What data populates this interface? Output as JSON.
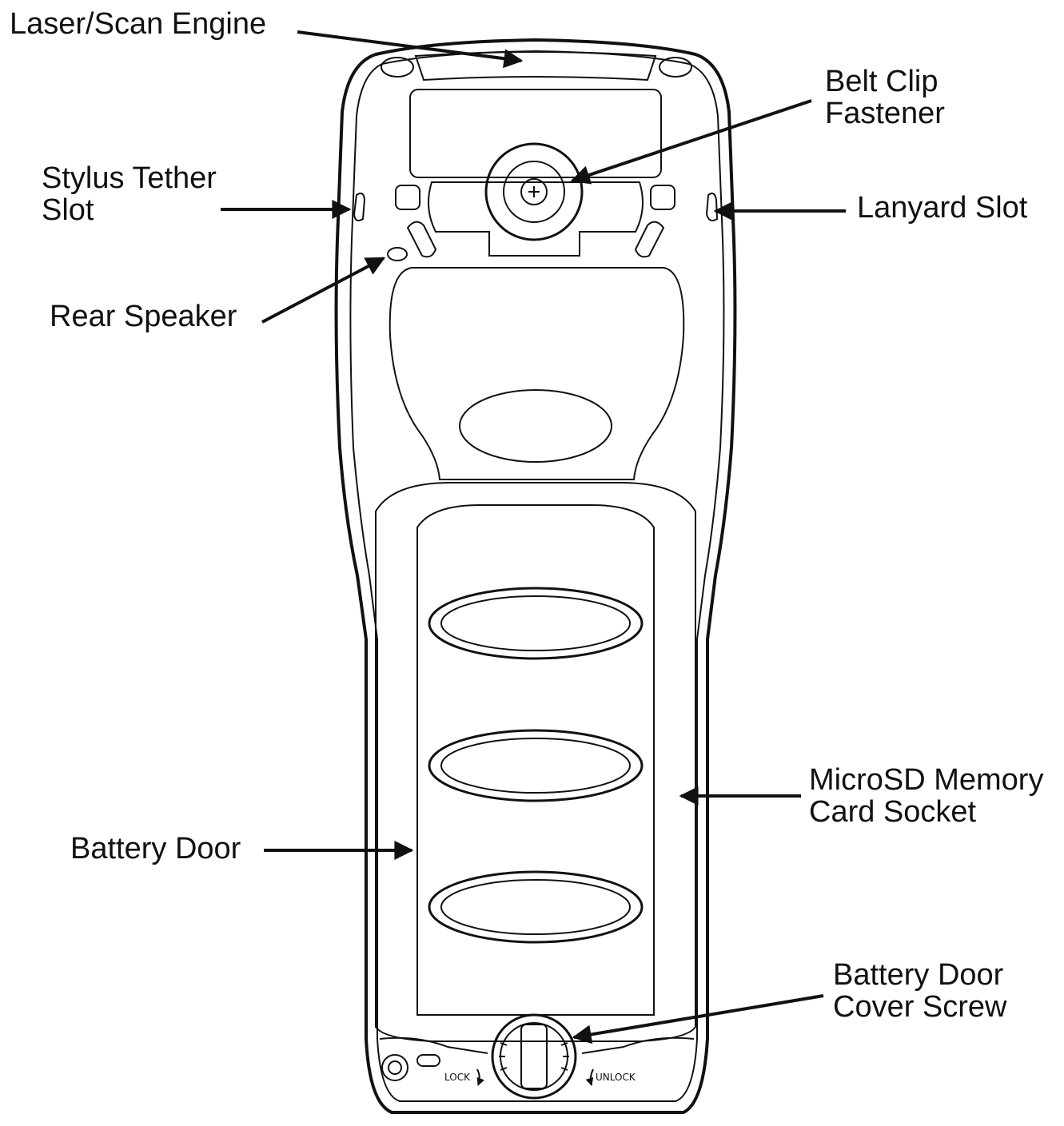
{
  "labels": {
    "laser_scan_engine": "Laser/Scan Engine",
    "belt_clip_fastener": [
      "Belt Clip",
      "Fastener"
    ],
    "stylus_tether_slot": [
      "Stylus Tether",
      "Slot"
    ],
    "lanyard_slot": "Lanyard Slot",
    "rear_speaker": "Rear Speaker",
    "microsd_socket": [
      "MicroSD Memory",
      "Card Socket"
    ],
    "battery_door": "Battery Door",
    "battery_door_cover_screw": [
      "Battery Door",
      "Cover Screw"
    ]
  },
  "device_markings": {
    "lock": "LOCK",
    "unlock": "UNLOCK"
  }
}
